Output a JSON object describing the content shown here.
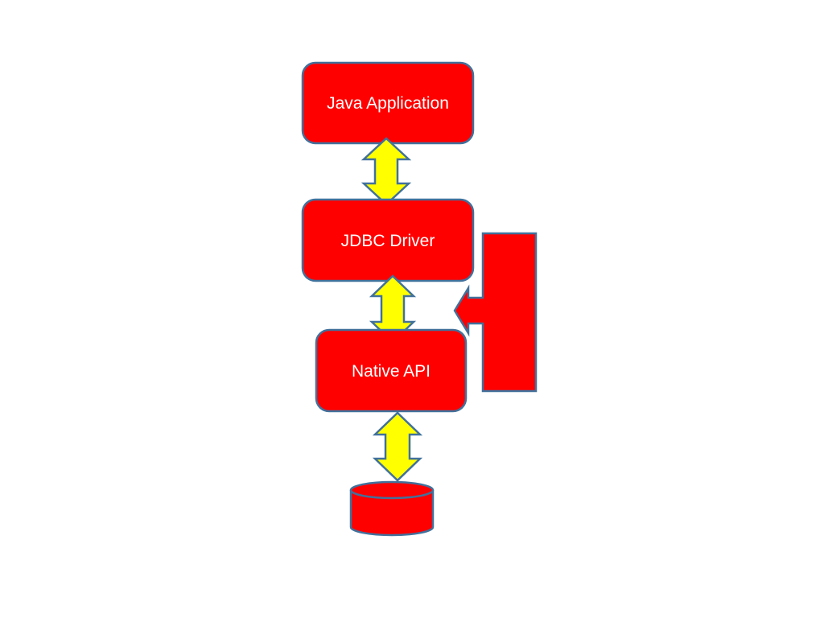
{
  "diagram": {
    "nodes": {
      "java_app": {
        "label": "Java Application"
      },
      "jdbc_driver": {
        "label": "JDBC Driver"
      },
      "native_api": {
        "label": "Native API"
      },
      "database": {
        "label": ""
      }
    },
    "colors": {
      "box_fill": "#ff0000",
      "box_stroke": "#41719c",
      "arrow_fill": "#ffff00",
      "background": "#ffffff"
    }
  }
}
